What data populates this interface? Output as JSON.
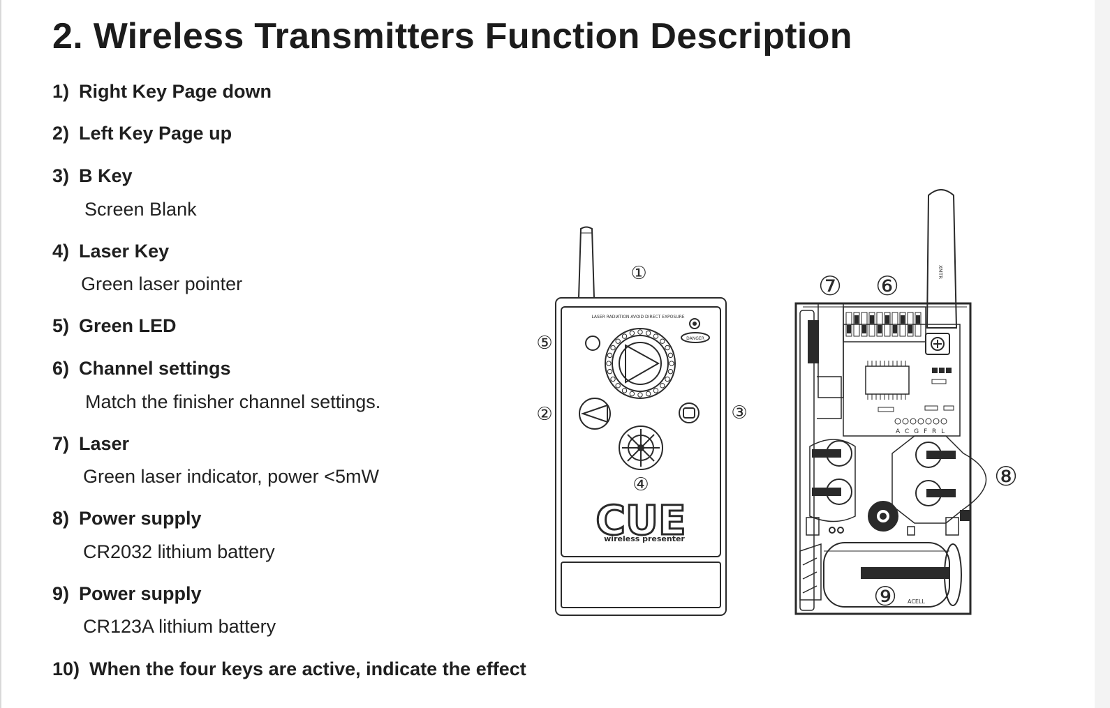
{
  "title": "2. Wireless Transmitters Function Description",
  "items": [
    {
      "num": "1)",
      "label": "Right Key Page down",
      "desc": ""
    },
    {
      "num": "2)",
      "label": "Left Key Page up",
      "desc": ""
    },
    {
      "num": "3)",
      "label": "B Key",
      "desc": "Screen Blank"
    },
    {
      "num": "4)",
      "label": "Laser Key",
      "desc": "Green laser pointer"
    },
    {
      "num": "5)",
      "label": "Green LED",
      "desc": ""
    },
    {
      "num": "6)",
      "label": "Channel settings",
      "desc": "Match the finisher channel settings."
    },
    {
      "num": "7)",
      "label": "Laser",
      "desc": "Green laser indicator, power <5mW"
    },
    {
      "num": "8)",
      "label": "Power supply",
      "desc": "CR2032 lithium battery"
    },
    {
      "num": "9)",
      "label": "Power supply",
      "desc": "CR123A lithium battery"
    },
    {
      "num": "10)",
      "label": "When the four keys are active, indicate the effect",
      "desc": ""
    }
  ],
  "figure": {
    "logo_text": "CUE",
    "logo_subtitle": "wireless presenter",
    "warning_text": "LASER RADIATION AVOID DIRECT EXPOSURE",
    "danger_text": "DANGER",
    "callouts": [
      "①",
      "②",
      "③",
      "④",
      "⑤",
      "⑥",
      "⑦",
      "⑧",
      "⑨"
    ],
    "board_labels": "A C G   F R L"
  }
}
